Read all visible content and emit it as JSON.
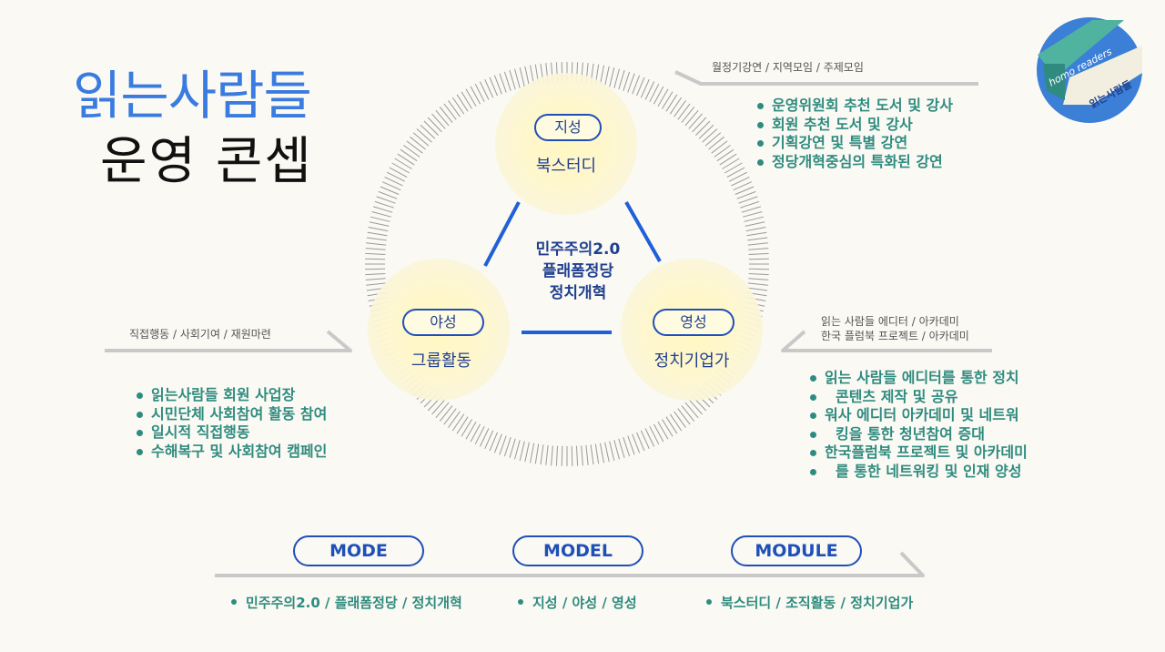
{
  "title": {
    "main": "읽는사람들",
    "sub": "운영 콘셉"
  },
  "center": {
    "lines": [
      "민주주의2.0",
      "플래폼정당",
      "정치개혁"
    ]
  },
  "nodes": {
    "top": {
      "tag": "지성",
      "name": "북스터디"
    },
    "left": {
      "tag": "야성",
      "name": "그룹활동"
    },
    "right": {
      "tag": "영성",
      "name": "정치기업가"
    }
  },
  "top_right": {
    "arrow_label": "월정기강연 / 지역모임 / 주제모임",
    "bullets": [
      "운영위원회 추천 도서 및 강사",
      "회원 추천 도서 및 강사",
      "기획강연 및 특별 강연",
      "정당개혁중심의 특화된 강연"
    ]
  },
  "left_side": {
    "arrow_label": "직접행동 / 사회기여 / 재원마련",
    "bullets": [
      "읽는사람들 회원 사업장",
      "시민단체 사회참여 활동 참여",
      "일시적 직접행동",
      "수해복구 및 사회참여 캠페인"
    ]
  },
  "right_side": {
    "arrow_label_1": "읽는 사람들 에디터 / 아카데미",
    "arrow_label_2": "한국 플럼북 프로젝트 / 아카데미",
    "bullets": [
      "읽는 사람들 에디터를 통한 정치",
      "콘텐츠 제작 및 공유",
      "워사 에디터 아카데미 및 네트워",
      "킹을 통한 청년참여 증대",
      "한국플럼북 프로젝트 및 아카데미",
      "를 통한 네트워킹 및  인재 양성"
    ]
  },
  "bottom": {
    "pills": [
      "MODE",
      "MODEL",
      "MODULE"
    ],
    "texts": [
      "민주주의2.0 / 플래폼정당 / 정치개혁",
      "지성 / 야성 / 영성",
      "북스터디 / 조직활동 / 정치기업가"
    ]
  },
  "logo": {
    "text_en": "homo readers",
    "text_ko": "읽는사람들"
  },
  "colors": {
    "accent_blue": "#3a7be0",
    "navy": "#1f4fb8",
    "teal": "#2f8b7f",
    "node_glow": "#fff6bf",
    "background": "#faf9f3"
  }
}
